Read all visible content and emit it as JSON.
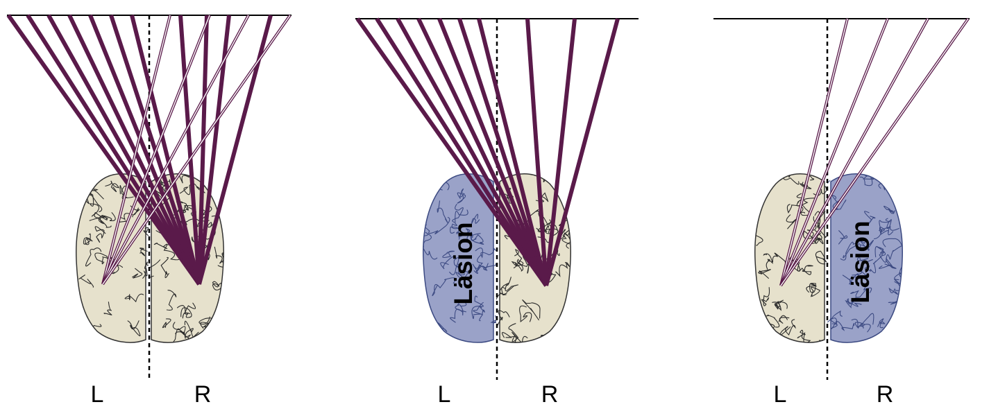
{
  "colors": {
    "ray": "#5a1a4a",
    "brain_healthy": "#e6e1cc",
    "brain_lesion": "#9aa2c8",
    "fold": "#2a2a2a",
    "lesion_fold": "#3c4a82",
    "line": "#000000"
  },
  "panels": [
    {
      "left_label": "L",
      "right_label": "R",
      "lesion_label": "",
      "lesion_hemisphere": "none",
      "focus_left": "left-hemisphere-focus",
      "focus_right": "right-hemisphere-focus"
    },
    {
      "left_label": "L",
      "right_label": "R",
      "lesion_label": "Läsion",
      "lesion_hemisphere": "left"
    },
    {
      "left_label": "L",
      "right_label": "R",
      "lesion_label": "Läsion",
      "lesion_hemisphere": "right"
    }
  ]
}
